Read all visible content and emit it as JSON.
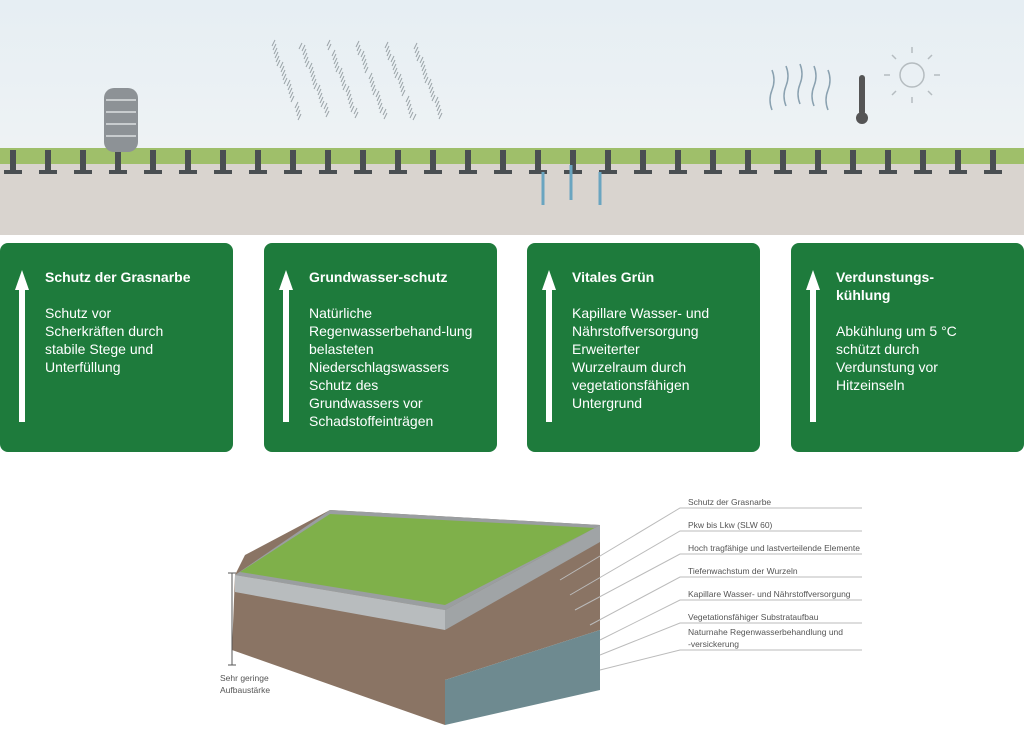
{
  "cards": [
    {
      "title": "Schutz der Grasnarbe",
      "lines": [
        "Schutz vor",
        "Scherkräften durch",
        "stabile Stege und",
        "Unterfüllung"
      ]
    },
    {
      "title": "Grundwasser-schutz",
      "lines": [
        "Natürliche",
        "Regenwasserbehand-lung",
        "belasteten",
        "Niederschlagswassers",
        "Schutz des",
        "Grundwassers vor",
        "Schadstoffeinträgen"
      ]
    },
    {
      "title": "Vitales Grün",
      "lines": [
        "Kapillare Wasser- und",
        "Nährstoffversorgung",
        "Erweiterter",
        "Wurzelraum durch",
        "vegetationsfähigen",
        "Untergrund"
      ]
    },
    {
      "title_lines": [
        "Verdunstungs-",
        "kühlung"
      ],
      "lines": [
        "Abkühlung um 5 °C",
        "schützt durch",
        "Verdunstung vor",
        "Hitzeinseln"
      ]
    }
  ],
  "diagram_labels": [
    "Schutz der Grasnarbe",
    "Pkw bis Lkw (SLW 60)",
    "Hoch tragfähige und lastverteilende Elemente",
    "Tiefenwachstum der Wurzeln",
    "Kapillare Wasser- und Nährstoffversorgung",
    "Vegetationsfähiger Substrataufbau",
    "Naturnahe Regenwasserbehandlung und",
    "-versickerung"
  ],
  "height_note": [
    "Sehr geringe",
    "Aufbaustärke"
  ],
  "colors": {
    "card": "#1e7b3c",
    "grass": "#8bb04a"
  }
}
